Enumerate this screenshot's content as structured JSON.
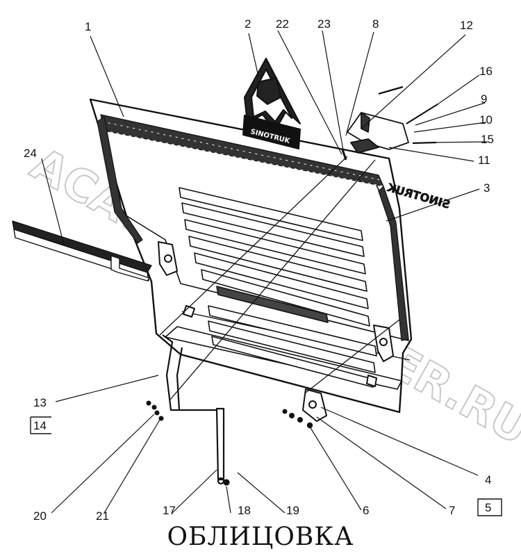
{
  "title": "ОБЛИЦОВКА",
  "watermark": "ACAT-AUTODEALER.RU",
  "emblem_plate_text": "SINOTRUK",
  "badge_text": "SINOTRUK",
  "callouts": [
    {
      "id": "c1",
      "text": "1"
    },
    {
      "id": "c2",
      "text": "2"
    },
    {
      "id": "c22",
      "text": "22"
    },
    {
      "id": "c23",
      "text": "23"
    },
    {
      "id": "c8",
      "text": "8"
    },
    {
      "id": "c12",
      "text": "12"
    },
    {
      "id": "c16",
      "text": "16"
    },
    {
      "id": "c9",
      "text": "9"
    },
    {
      "id": "c10",
      "text": "10"
    },
    {
      "id": "c15",
      "text": "15"
    },
    {
      "id": "c11",
      "text": "11"
    },
    {
      "id": "c3",
      "text": "3"
    },
    {
      "id": "c24",
      "text": "24"
    },
    {
      "id": "c13",
      "text": "13"
    },
    {
      "id": "c14",
      "text": "14"
    },
    {
      "id": "c4",
      "text": "4"
    },
    {
      "id": "c5",
      "text": "5"
    },
    {
      "id": "c20",
      "text": "20"
    },
    {
      "id": "c21",
      "text": "21"
    },
    {
      "id": "c17",
      "text": "17"
    },
    {
      "id": "c18",
      "text": "18"
    },
    {
      "id": "c19",
      "text": "19"
    },
    {
      "id": "c6",
      "text": "6"
    },
    {
      "id": "c7",
      "text": "7"
    }
  ],
  "colors": {
    "line": "#111111",
    "watermark": "#c8c8c8",
    "background": "#ffffff"
  }
}
